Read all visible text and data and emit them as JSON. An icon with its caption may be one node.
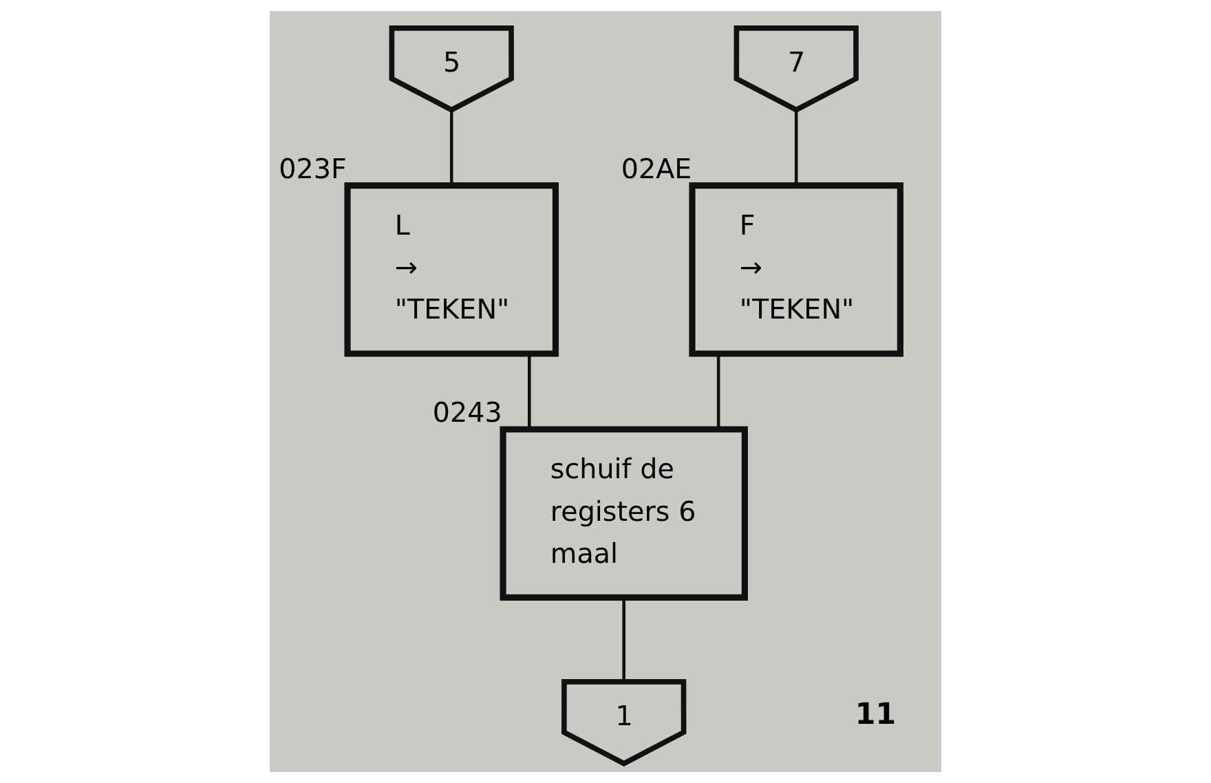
{
  "diagram": {
    "nodes": [
      {
        "text": [
          "5"
        ]
      },
      {
        "text": [
          "L",
          "→",
          "\"TEKEN\""
        ],
        "beside": [
          "023F"
        ]
      },
      {
        "text": [
          "7"
        ]
      },
      {
        "text": [
          "F",
          "→",
          "\"TEKEN\""
        ],
        "beside": [
          "02AE"
        ]
      },
      {
        "text": [
          "schuif de registers 6 maal"
        ],
        "beside": [
          "0243"
        ]
      },
      {
        "text": [
          "1"
        ]
      }
    ],
    "edges": [
      {
        "from": 0,
        "to": 1,
        "arrow": "none"
      },
      {
        "from": 2,
        "to": 3,
        "arrow": "none"
      },
      {
        "from": 1,
        "to": 4,
        "arrow": "none"
      },
      {
        "from": 3,
        "to": 4,
        "arrow": "none"
      },
      {
        "from": 4,
        "to": 5,
        "arrow": "none"
      }
    ],
    "labels": [
      "11"
    ]
  }
}
